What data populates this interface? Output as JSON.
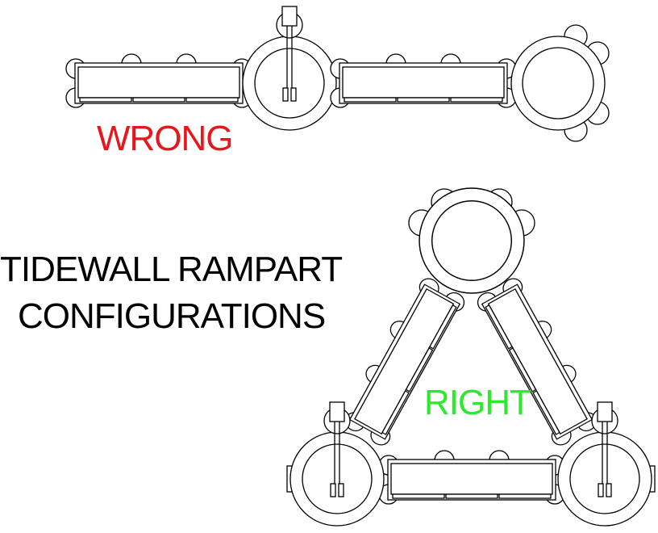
{
  "title": {
    "line1": "TIDEWALL RAMPART",
    "line2": "CONFIGURATIONS"
  },
  "labels": {
    "wrong": "WRONG",
    "right": "RIGHT"
  },
  "colors": {
    "wrong": "#e8161b",
    "right": "#2ee82e",
    "ink": "#000000"
  }
}
